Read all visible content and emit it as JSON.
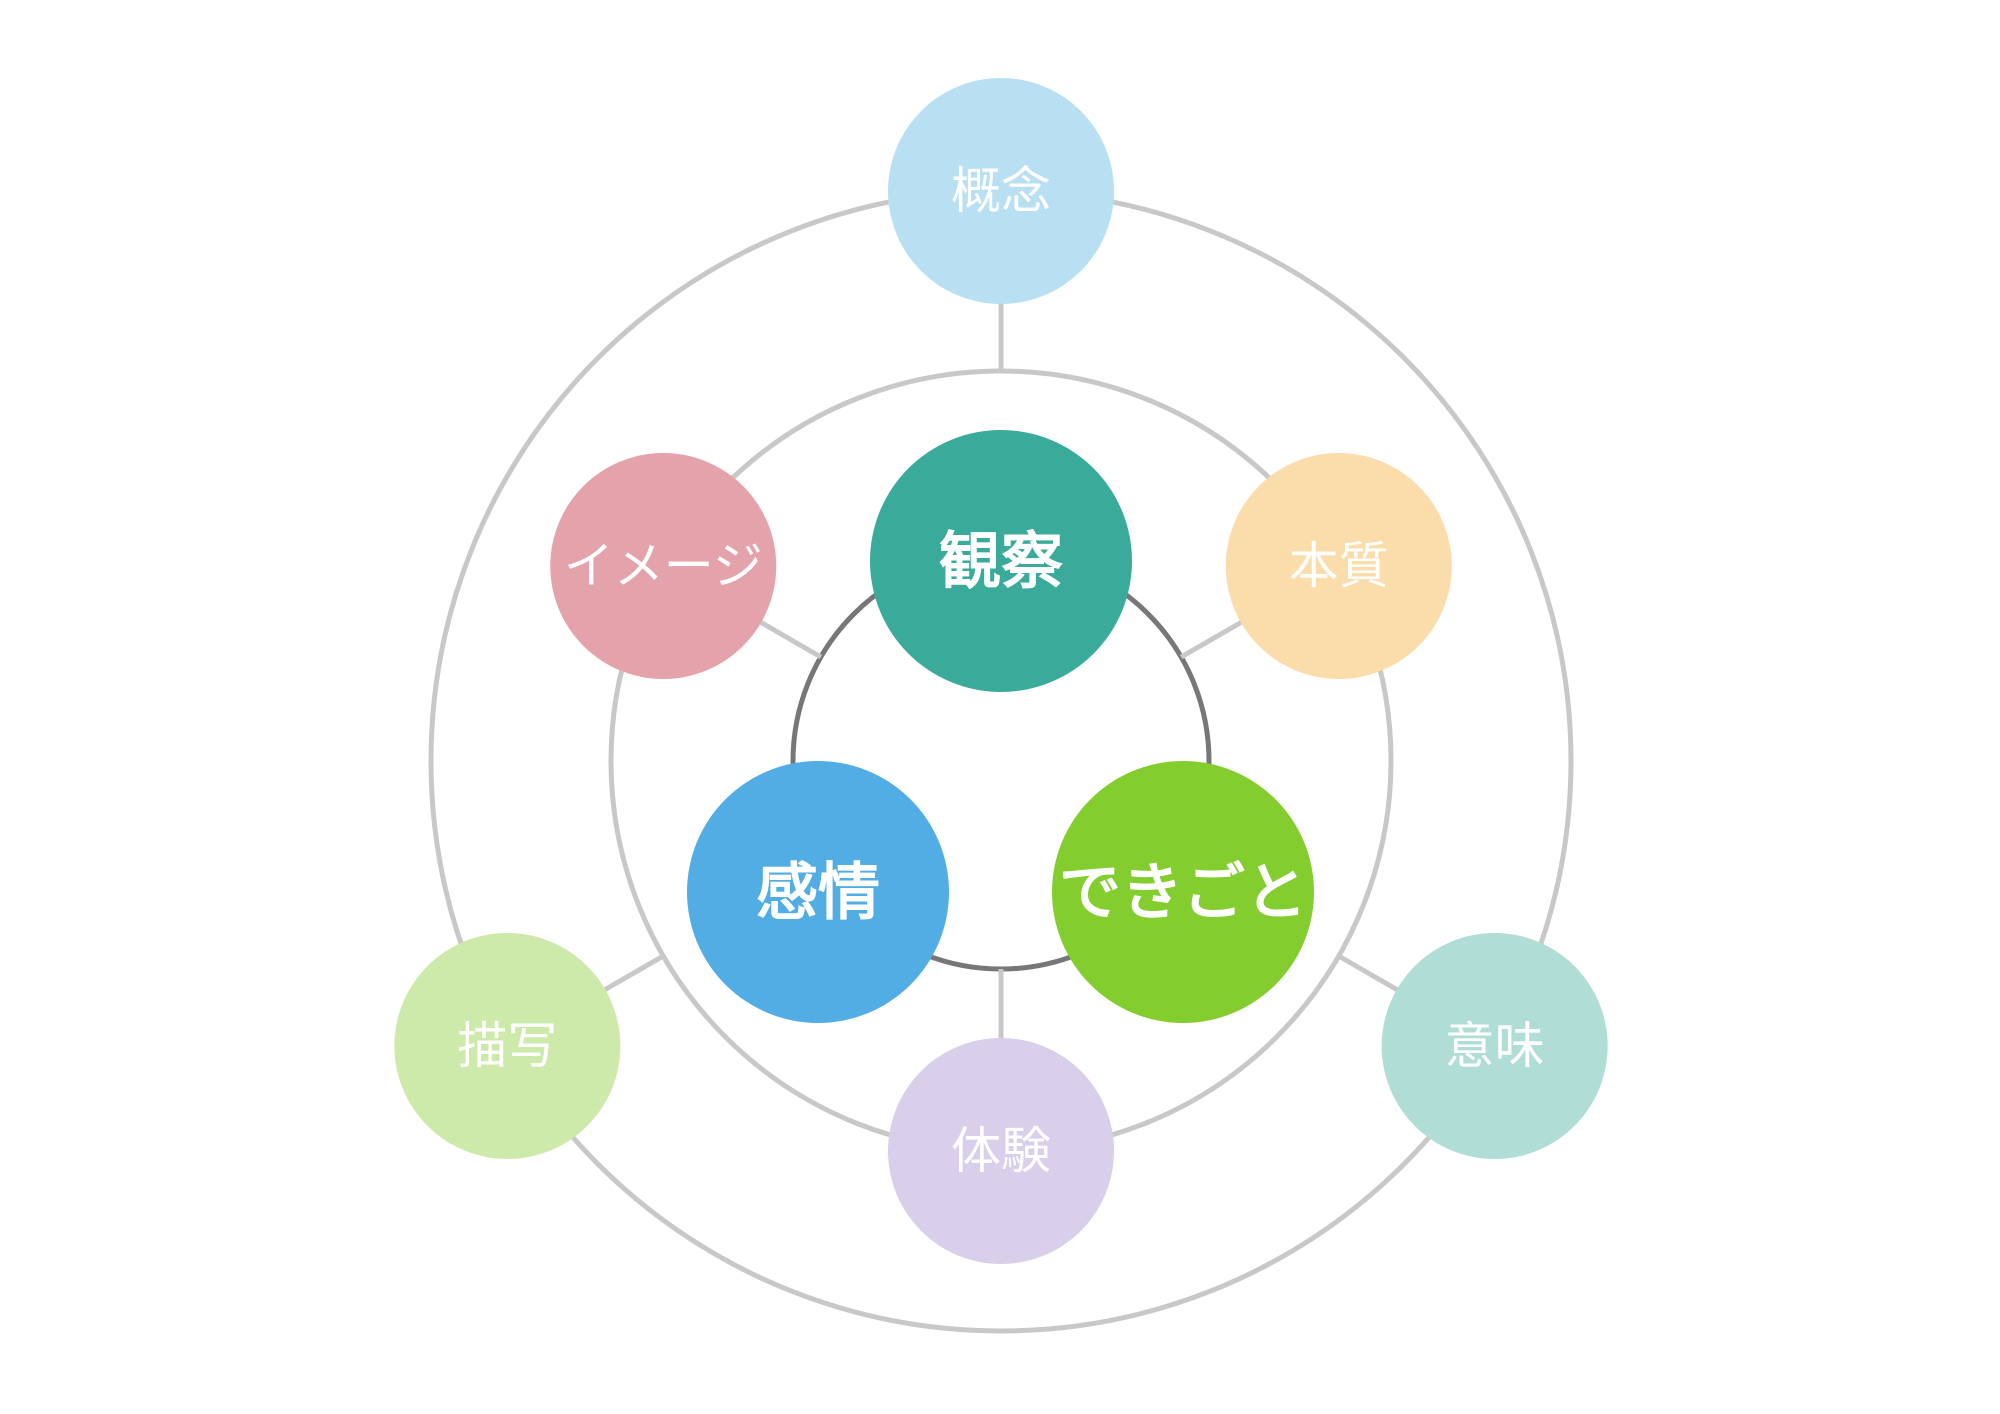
{
  "diagram": {
    "colors": {
      "ring": "#c8c8c8",
      "inner_ring": "#777777",
      "connector": "#c8c8c8"
    },
    "core_nodes": [
      {
        "id": "observation",
        "label": "観察",
        "color": "#3aab9a"
      },
      {
        "id": "emotion",
        "label": "感情",
        "color": "#51ade4"
      },
      {
        "id": "event",
        "label": "できごと",
        "color": "#83cd2e"
      }
    ],
    "middle_nodes": [
      {
        "id": "image",
        "label": "イメージ",
        "color": "#e4a3aa"
      },
      {
        "id": "essence",
        "label": "本質",
        "color": "#fbdcab"
      },
      {
        "id": "experience",
        "label": "体験",
        "color": "#d9cfea"
      }
    ],
    "outer_nodes": [
      {
        "id": "concept",
        "label": "概念",
        "color": "#b9dff3"
      },
      {
        "id": "depiction",
        "label": "描写",
        "color": "#cdeaab"
      },
      {
        "id": "meaning",
        "label": "意味",
        "color": "#b0ddd6"
      }
    ]
  }
}
